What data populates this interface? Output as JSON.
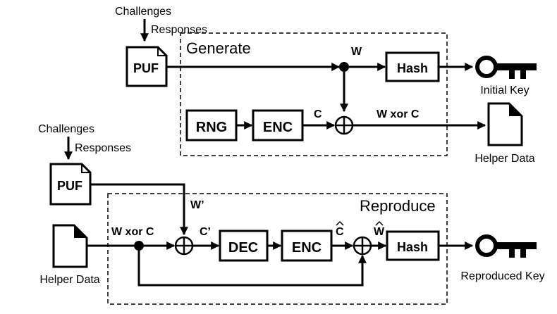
{
  "generate": {
    "title": "Generate",
    "challenges": "Challenges",
    "responses": "Responses",
    "puf": "PUF",
    "w": "W",
    "hash": "Hash",
    "initial_key": "Initial Key",
    "rng": "RNG",
    "enc": "ENC",
    "c": "C",
    "w_xor_c": "W xor C",
    "helper_data": "Helper Data"
  },
  "reproduce": {
    "title": "Reproduce",
    "challenges": "Challenges",
    "responses": "Responses",
    "puf": "PUF",
    "w_prime": "W’",
    "helper_data": "Helper Data",
    "w_xor_c": "W xor C",
    "c_prime": "C’",
    "dec": "DEC",
    "enc": "ENC",
    "c_hat": "C",
    "w_hat": "W",
    "hash": "Hash",
    "reproduced_key": "Reproduced Key"
  }
}
